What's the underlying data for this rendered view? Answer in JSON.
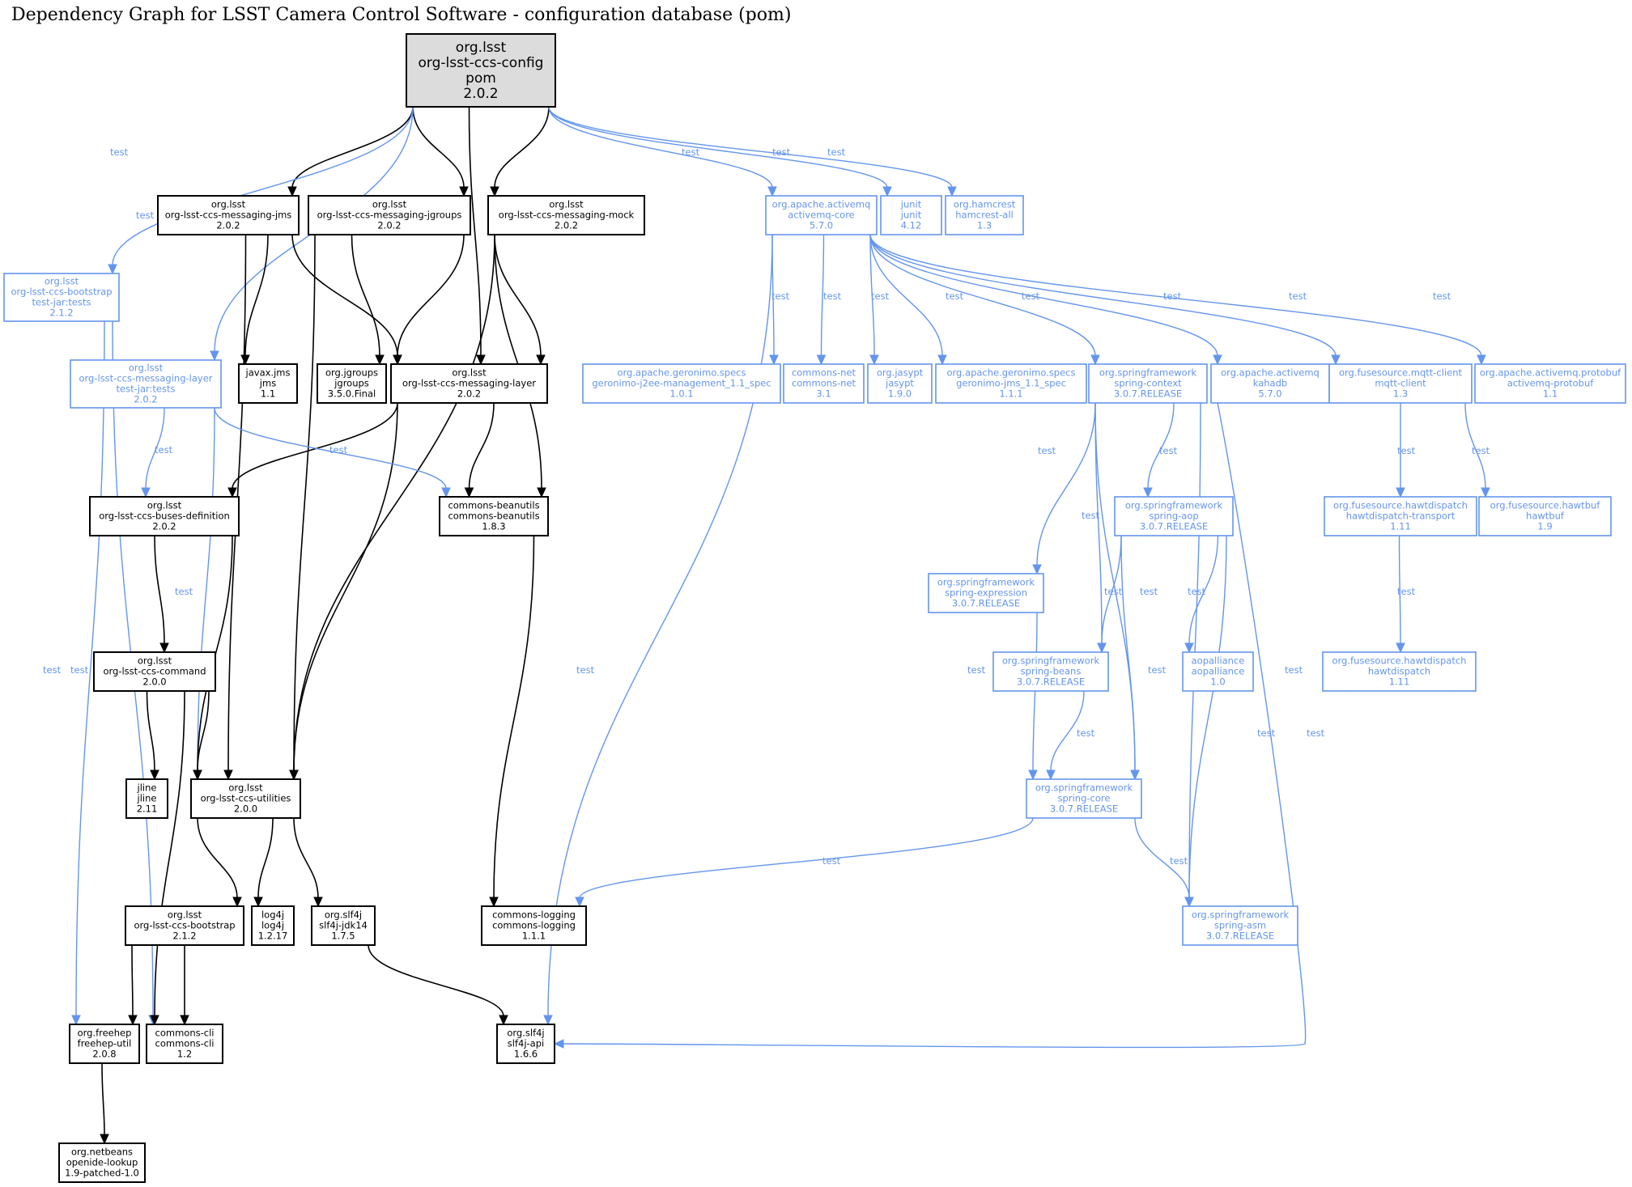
{
  "title": "Dependency Graph for LSST Camera Control Software - configuration database (pom)",
  "colors": {
    "compile": "#000000",
    "test": "#6495ED",
    "root_fill": "#dcdcdc"
  },
  "edge_label": "test",
  "nodes": {
    "root": {
      "lines": [
        "org.lsst",
        "org-lsst-ccs-config",
        "pom",
        "2.0.2"
      ],
      "scope": "root"
    },
    "msg_jms": {
      "lines": [
        "org.lsst",
        "org-lsst-ccs-messaging-jms",
        "2.0.2"
      ],
      "scope": "compile"
    },
    "msg_jgroups": {
      "lines": [
        "org.lsst",
        "org-lsst-ccs-messaging-jgroups",
        "2.0.2"
      ],
      "scope": "compile"
    },
    "msg_mock": {
      "lines": [
        "org.lsst",
        "org-lsst-ccs-messaging-mock",
        "2.0.2"
      ],
      "scope": "compile"
    },
    "activemq_core": {
      "lines": [
        "org.apache.activemq",
        "activemq-core",
        "5.7.0"
      ],
      "scope": "test"
    },
    "junit": {
      "lines": [
        "junit",
        "junit",
        "4.12"
      ],
      "scope": "test"
    },
    "hamcrest": {
      "lines": [
        "org.hamcrest",
        "hamcrest-all",
        "1.3"
      ],
      "scope": "test"
    },
    "bootstrap_tests": {
      "lines": [
        "org.lsst",
        "org-lsst-ccs-bootstrap",
        "test-jar:tests",
        "2.1.2"
      ],
      "scope": "test"
    },
    "msglayer_tests": {
      "lines": [
        "org.lsst",
        "org-lsst-ccs-messaging-layer",
        "test-jar:tests",
        "2.0.2"
      ],
      "scope": "test"
    },
    "javax_jms": {
      "lines": [
        "javax.jms",
        "jms",
        "1.1"
      ],
      "scope": "compile"
    },
    "jgroups": {
      "lines": [
        "org.jgroups",
        "jgroups",
        "3.5.0.Final"
      ],
      "scope": "compile"
    },
    "msg_layer": {
      "lines": [
        "org.lsst",
        "org-lsst-ccs-messaging-layer",
        "2.0.2"
      ],
      "scope": "compile"
    },
    "geronimo_j2ee": {
      "lines": [
        "org.apache.geronimo.specs",
        "geronimo-j2ee-management_1.1_spec",
        "1.0.1"
      ],
      "scope": "test"
    },
    "commons_net": {
      "lines": [
        "commons-net",
        "commons-net",
        "3.1"
      ],
      "scope": "test"
    },
    "jasypt": {
      "lines": [
        "org.jasypt",
        "jasypt",
        "1.9.0"
      ],
      "scope": "test"
    },
    "geronimo_jms": {
      "lines": [
        "org.apache.geronimo.specs",
        "geronimo-jms_1.1_spec",
        "1.1.1"
      ],
      "scope": "test"
    },
    "spring_context": {
      "lines": [
        "org.springframework",
        "spring-context",
        "3.0.7.RELEASE"
      ],
      "scope": "test"
    },
    "kahadb": {
      "lines": [
        "org.apache.activemq",
        "kahadb",
        "5.7.0"
      ],
      "scope": "test"
    },
    "mqtt_client": {
      "lines": [
        "org.fusesource.mqtt-client",
        "mqtt-client",
        "1.3"
      ],
      "scope": "test"
    },
    "activemq_protobuf": {
      "lines": [
        "org.apache.activemq.protobuf",
        "activemq-protobuf",
        "1.1"
      ],
      "scope": "test"
    },
    "buses_def": {
      "lines": [
        "org.lsst",
        "org-lsst-ccs-buses-definition",
        "2.0.2"
      ],
      "scope": "compile"
    },
    "beanutils": {
      "lines": [
        "commons-beanutils",
        "commons-beanutils",
        "1.8.3"
      ],
      "scope": "compile"
    },
    "spring_aop": {
      "lines": [
        "org.springframework",
        "spring-aop",
        "3.0.7.RELEASE"
      ],
      "scope": "test"
    },
    "hawtdispatch_transport": {
      "lines": [
        "org.fusesource.hawtdispatch",
        "hawtdispatch-transport",
        "1.11"
      ],
      "scope": "test"
    },
    "hawtbuf": {
      "lines": [
        "org.fusesource.hawtbuf",
        "hawtbuf",
        "1.9"
      ],
      "scope": "test"
    },
    "spring_expression": {
      "lines": [
        "org.springframework",
        "spring-expression",
        "3.0.7.RELEASE"
      ],
      "scope": "test"
    },
    "command": {
      "lines": [
        "org.lsst",
        "org-lsst-ccs-command",
        "2.0.0"
      ],
      "scope": "compile"
    },
    "spring_beans": {
      "lines": [
        "org.springframework",
        "spring-beans",
        "3.0.7.RELEASE"
      ],
      "scope": "test"
    },
    "aopalliance": {
      "lines": [
        "aopalliance",
        "aopalliance",
        "1.0"
      ],
      "scope": "test"
    },
    "hawtdispatch": {
      "lines": [
        "org.fusesource.hawtdispatch",
        "hawtdispatch",
        "1.11"
      ],
      "scope": "test"
    },
    "jline": {
      "lines": [
        "jline",
        "jline",
        "2.11"
      ],
      "scope": "compile"
    },
    "utilities": {
      "lines": [
        "org.lsst",
        "org-lsst-ccs-utilities",
        "2.0.0"
      ],
      "scope": "compile"
    },
    "spring_core": {
      "lines": [
        "org.springframework",
        "spring-core",
        "3.0.7.RELEASE"
      ],
      "scope": "test"
    },
    "bootstrap": {
      "lines": [
        "org.lsst",
        "org-lsst-ccs-bootstrap",
        "2.1.2"
      ],
      "scope": "compile"
    },
    "log4j": {
      "lines": [
        "log4j",
        "log4j",
        "1.2.17"
      ],
      "scope": "compile"
    },
    "slf4j_jdk14": {
      "lines": [
        "org.slf4j",
        "slf4j-jdk14",
        "1.7.5"
      ],
      "scope": "compile"
    },
    "commons_logging": {
      "lines": [
        "commons-logging",
        "commons-logging",
        "1.1.1"
      ],
      "scope": "compile"
    },
    "spring_asm": {
      "lines": [
        "org.springframework",
        "spring-asm",
        "3.0.7.RELEASE"
      ],
      "scope": "test"
    },
    "freehep": {
      "lines": [
        "org.freehep",
        "freehep-util",
        "2.0.8"
      ],
      "scope": "compile"
    },
    "commons_cli": {
      "lines": [
        "commons-cli",
        "commons-cli",
        "1.2"
      ],
      "scope": "compile"
    },
    "slf4j_api": {
      "lines": [
        "org.slf4j",
        "slf4j-api",
        "1.6.6"
      ],
      "scope": "compile"
    },
    "openide_lookup": {
      "lines": [
        "org.netbeans",
        "openide-lookup",
        "1.9-patched-1.0"
      ],
      "scope": "compile"
    }
  },
  "edges": [
    {
      "from": "root",
      "to": "msg_jms",
      "scope": "compile"
    },
    {
      "from": "root",
      "to": "msg_jgroups",
      "scope": "compile"
    },
    {
      "from": "root",
      "to": "msg_layer",
      "scope": "compile"
    },
    {
      "from": "root",
      "to": "msg_mock",
      "scope": "compile"
    },
    {
      "from": "root",
      "to": "bootstrap_tests",
      "scope": "test"
    },
    {
      "from": "root",
      "to": "msglayer_tests",
      "scope": "test"
    },
    {
      "from": "root",
      "to": "activemq_core",
      "scope": "test"
    },
    {
      "from": "root",
      "to": "junit",
      "scope": "test"
    },
    {
      "from": "root",
      "to": "hamcrest",
      "scope": "test"
    },
    {
      "from": "msg_jms",
      "to": "javax_jms",
      "scope": "compile"
    },
    {
      "from": "msg_jms",
      "to": "msg_layer",
      "scope": "compile"
    },
    {
      "from": "msg_jms",
      "to": "utilities",
      "scope": "compile"
    },
    {
      "from": "msg_jgroups",
      "to": "jgroups",
      "scope": "compile"
    },
    {
      "from": "msg_jgroups",
      "to": "msg_layer",
      "scope": "compile"
    },
    {
      "from": "msg_jgroups",
      "to": "utilities",
      "scope": "compile"
    },
    {
      "from": "msg_mock",
      "to": "msg_layer",
      "scope": "compile"
    },
    {
      "from": "msg_mock",
      "to": "beanutils",
      "scope": "compile"
    },
    {
      "from": "msg_mock",
      "to": "utilities",
      "scope": "compile"
    },
    {
      "from": "msg_layer",
      "to": "buses_def",
      "scope": "compile"
    },
    {
      "from": "msg_layer",
      "to": "beanutils",
      "scope": "compile"
    },
    {
      "from": "msg_layer",
      "to": "utilities",
      "scope": "compile"
    },
    {
      "from": "msglayer_tests",
      "to": "buses_def",
      "scope": "test"
    },
    {
      "from": "msglayer_tests",
      "to": "beanutils",
      "scope": "test"
    },
    {
      "from": "msglayer_tests",
      "to": "utilities",
      "scope": "test"
    },
    {
      "from": "bootstrap_tests",
      "to": "freehep",
      "scope": "test"
    },
    {
      "from": "bootstrap_tests",
      "to": "commons_cli",
      "scope": "test"
    },
    {
      "from": "buses_def",
      "to": "command",
      "scope": "compile"
    },
    {
      "from": "buses_def",
      "to": "utilities",
      "scope": "compile"
    },
    {
      "from": "command",
      "to": "jline",
      "scope": "compile"
    },
    {
      "from": "command",
      "to": "utilities",
      "scope": "compile"
    },
    {
      "from": "command",
      "to": "commons_cli",
      "scope": "compile"
    },
    {
      "from": "beanutils",
      "to": "commons_logging",
      "scope": "compile"
    },
    {
      "from": "utilities",
      "to": "bootstrap",
      "scope": "compile"
    },
    {
      "from": "utilities",
      "to": "log4j",
      "scope": "compile"
    },
    {
      "from": "utilities",
      "to": "slf4j_jdk14",
      "scope": "compile"
    },
    {
      "from": "bootstrap",
      "to": "freehep",
      "scope": "compile"
    },
    {
      "from": "bootstrap",
      "to": "commons_cli",
      "scope": "compile"
    },
    {
      "from": "slf4j_jdk14",
      "to": "slf4j_api",
      "scope": "compile"
    },
    {
      "from": "freehep",
      "to": "openide_lookup",
      "scope": "compile"
    },
    {
      "from": "activemq_core",
      "to": "slf4j_api",
      "scope": "test"
    },
    {
      "from": "activemq_core",
      "to": "geronimo_j2ee",
      "scope": "test"
    },
    {
      "from": "activemq_core",
      "to": "commons_net",
      "scope": "test"
    },
    {
      "from": "activemq_core",
      "to": "jasypt",
      "scope": "test"
    },
    {
      "from": "activemq_core",
      "to": "geronimo_jms",
      "scope": "test"
    },
    {
      "from": "activemq_core",
      "to": "spring_context",
      "scope": "test"
    },
    {
      "from": "activemq_core",
      "to": "kahadb",
      "scope": "test"
    },
    {
      "from": "activemq_core",
      "to": "mqtt_client",
      "scope": "test"
    },
    {
      "from": "activemq_core",
      "to": "activemq_protobuf",
      "scope": "test"
    },
    {
      "from": "spring_context",
      "to": "spring_expression",
      "scope": "test"
    },
    {
      "from": "spring_context",
      "to": "spring_beans",
      "scope": "test"
    },
    {
      "from": "spring_context",
      "to": "spring_core",
      "scope": "test"
    },
    {
      "from": "spring_context",
      "to": "spring_aop",
      "scope": "test"
    },
    {
      "from": "spring_context",
      "to": "spring_asm",
      "scope": "test"
    },
    {
      "from": "spring_aop",
      "to": "spring_beans",
      "scope": "test"
    },
    {
      "from": "spring_aop",
      "to": "spring_core",
      "scope": "test"
    },
    {
      "from": "spring_aop",
      "to": "aopalliance",
      "scope": "test"
    },
    {
      "from": "spring_aop",
      "to": "spring_asm",
      "scope": "test"
    },
    {
      "from": "spring_expression",
      "to": "spring_core",
      "scope": "test"
    },
    {
      "from": "spring_beans",
      "to": "spring_core",
      "scope": "test"
    },
    {
      "from": "spring_core",
      "to": "commons_logging",
      "scope": "test"
    },
    {
      "from": "spring_core",
      "to": "spring_asm",
      "scope": "test"
    },
    {
      "from": "kahadb",
      "to": "slf4j_api",
      "scope": "test"
    },
    {
      "from": "mqtt_client",
      "to": "hawtdispatch_transport",
      "scope": "test"
    },
    {
      "from": "mqtt_client",
      "to": "hawtbuf",
      "scope": "test"
    },
    {
      "from": "hawtdispatch_transport",
      "to": "hawtdispatch",
      "scope": "test"
    }
  ]
}
